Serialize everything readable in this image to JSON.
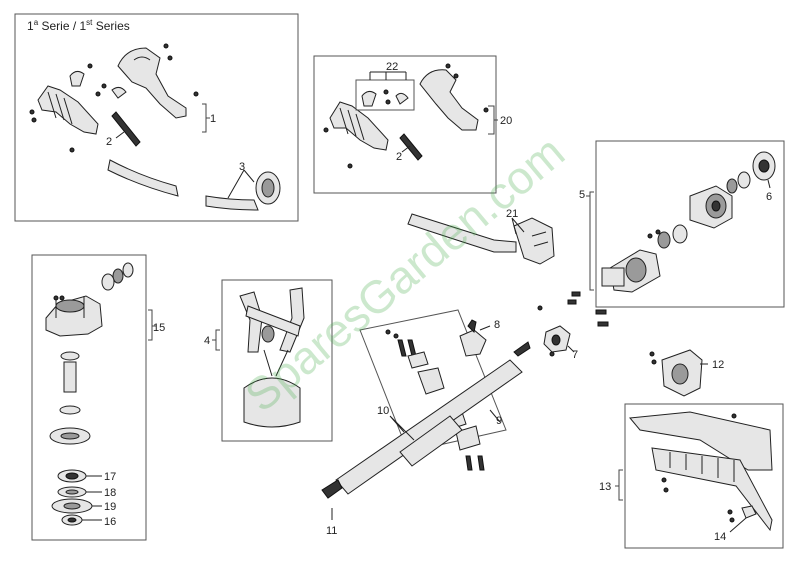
{
  "title": {
    "pre1": "1",
    "sup1": "a",
    "mid": " Serie / 1",
    "sup2": "st",
    "post": " Series"
  },
  "watermark": "SparesGarden.com",
  "callouts": {
    "c1": "1",
    "c2": "2",
    "c2b": "2",
    "c3": "3",
    "c4": "4",
    "c5": "5",
    "c6": "6",
    "c7": "7",
    "c8": "8",
    "c9": "9",
    "c10": "10",
    "c11": "11",
    "c12": "12",
    "c13": "13",
    "c14": "14",
    "c15": "15",
    "c16": "16",
    "c17": "17",
    "c18": "18",
    "c19": "19",
    "c20": "20",
    "c21": "21",
    "c22": "22"
  }
}
